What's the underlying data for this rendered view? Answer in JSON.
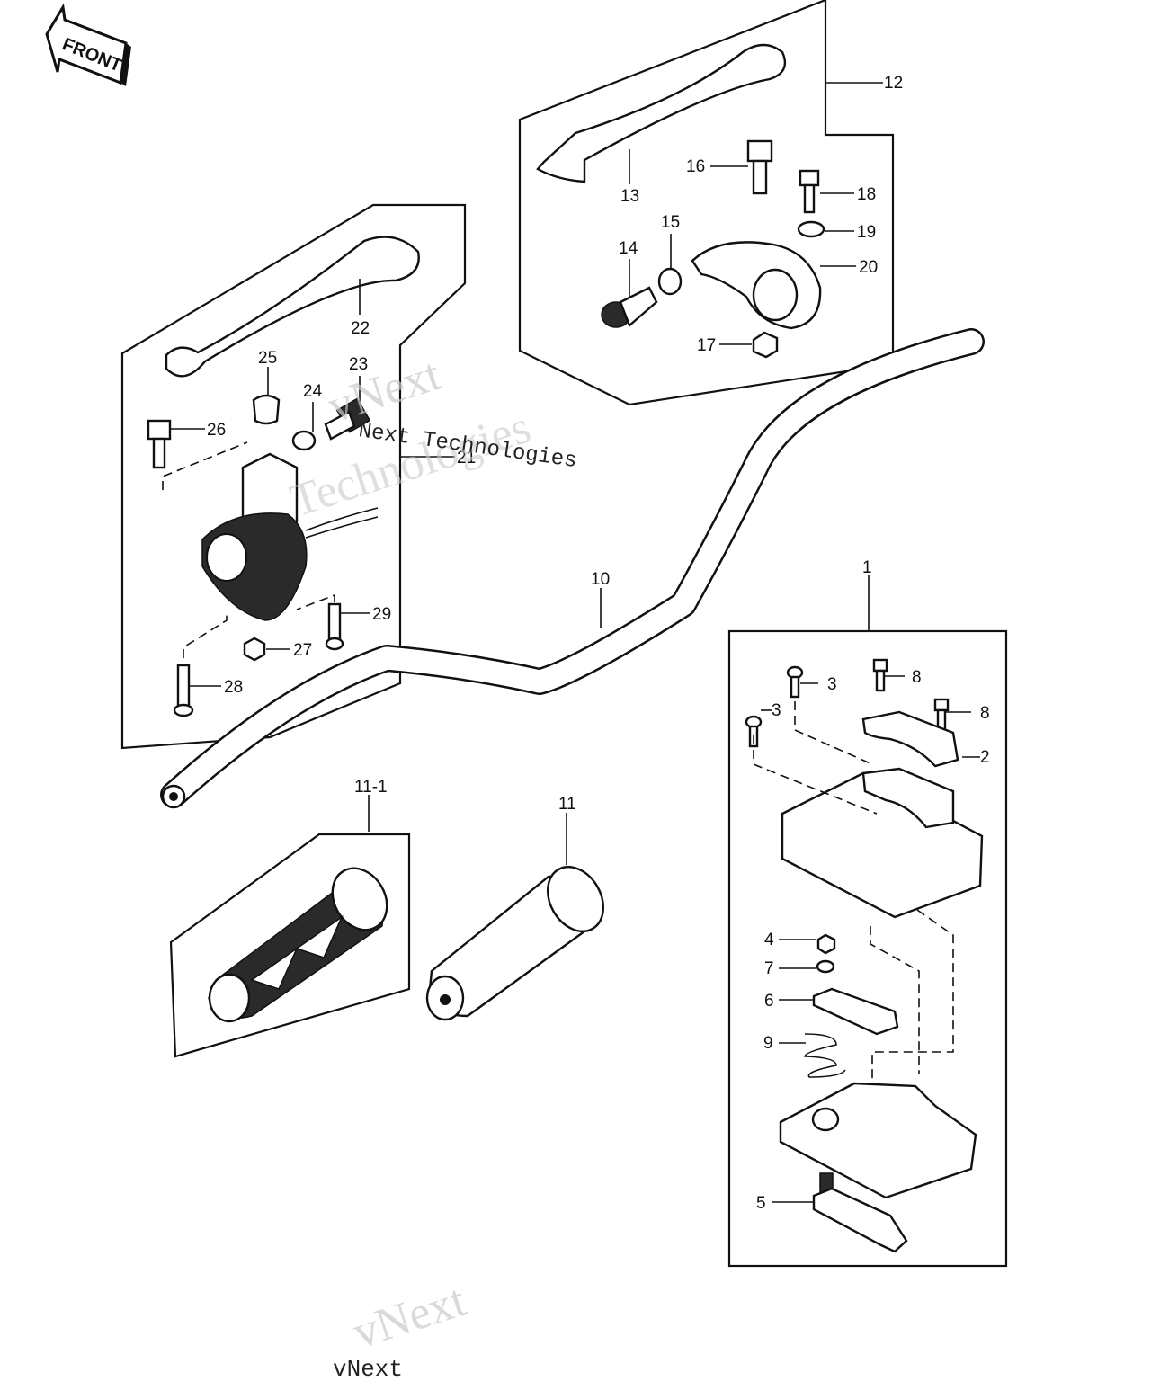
{
  "diagram": {
    "front_badge": "FRONT",
    "watermarks": [
      "vNext",
      "Technologies",
      "Next Technologies",
      "vNext",
      "vNext"
    ],
    "labels": [
      "1",
      "2",
      "3",
      "3",
      "4",
      "5",
      "6",
      "7",
      "8",
      "8",
      "9",
      "10",
      "11",
      "11-1",
      "12",
      "13",
      "14",
      "15",
      "16",
      "17",
      "18",
      "19",
      "20",
      "21",
      "22",
      "23",
      "24",
      "25",
      "26",
      "27",
      "28",
      "29"
    ]
  }
}
